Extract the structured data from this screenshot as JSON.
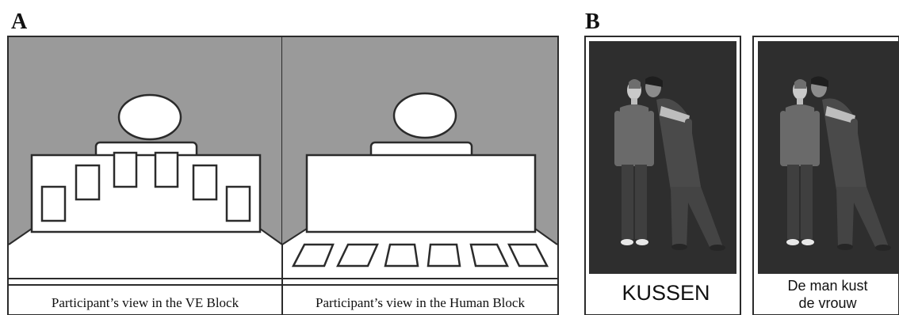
{
  "panel_a": {
    "letter": "A",
    "ve_caption": "Participant’s view in the VE Block",
    "human_caption": "Participant’s view in the Human Block"
  },
  "panel_b": {
    "letter": "B",
    "card_word": "KUSSEN",
    "card_sentence_line1": "De man kust",
    "card_sentence_line2": "de vrouw"
  },
  "colors": {
    "wall_gray": "#9a9a9a",
    "photo_bg": "#2e2e2e",
    "stroke": "#2b2b2b"
  }
}
